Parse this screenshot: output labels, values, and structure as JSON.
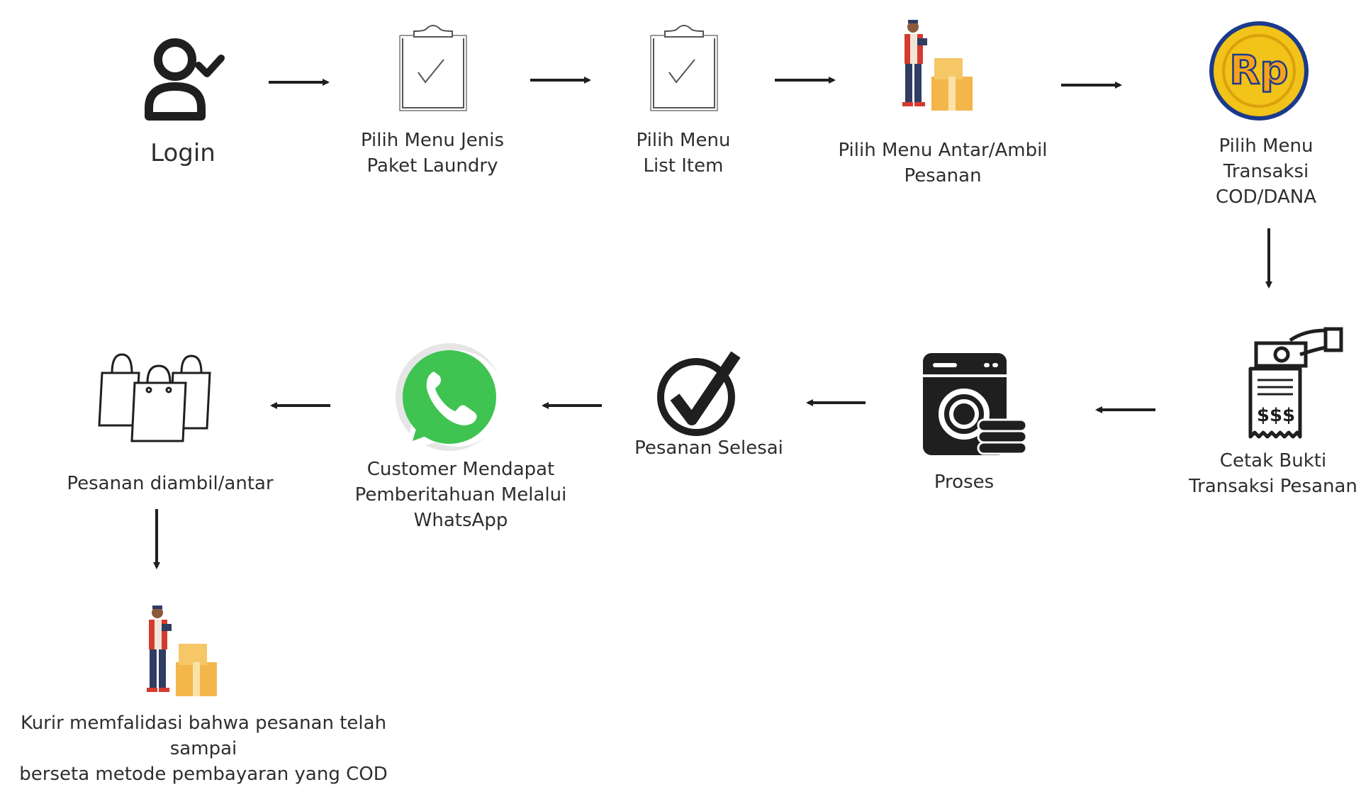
{
  "steps": {
    "login": {
      "label": "Login",
      "icon": "user-check-icon"
    },
    "paket": {
      "label": "Pilih Menu  Jenis\nPaket Laundry",
      "icon": "clipboard-check-icon"
    },
    "list_item": {
      "label": "Pilih Menu\nList Item",
      "icon": "clipboard-check-icon"
    },
    "antar_ambil": {
      "label": "Pilih Menu Antar/Ambil\nPesanan",
      "icon": "courier-icon"
    },
    "transaksi": {
      "label": "Pilih Menu\nTransaksi\nCOD/DANA",
      "icon": "rupiah-coin-icon",
      "coin_text": "Rp"
    },
    "cetak_bukti": {
      "label": "Cetak Bukti\nTransaksi Pesanan",
      "icon": "receipt-payment-icon",
      "receipt_text": "$$$"
    },
    "proses": {
      "label": "Proses",
      "icon": "washing-machine-icon"
    },
    "selesai": {
      "label": "Pesanan Selesai",
      "icon": "check-circle-icon"
    },
    "notifikasi": {
      "label": "Customer Mendapat\nPemberitahuan Melalui\nWhatsApp",
      "icon": "whatsapp-icon"
    },
    "diambil_antar": {
      "label": "Pesanan diambil/antar",
      "icon": "shopping-bags-icon"
    },
    "kurir": {
      "label": "Kurir memfalidasi bahwa pesanan telah sampai\nberseta metode pembayaran yang COD",
      "icon": "courier-icon"
    }
  },
  "colors": {
    "ink": "#1f1f1f",
    "whatsapp_green": "#3fc351",
    "coin_gold": "#f2c318",
    "coin_blue": "#1b3a8c",
    "box_orange": "#f3b64b",
    "vest_red": "#d63a2f",
    "jeans_blue": "#2f3d63"
  }
}
